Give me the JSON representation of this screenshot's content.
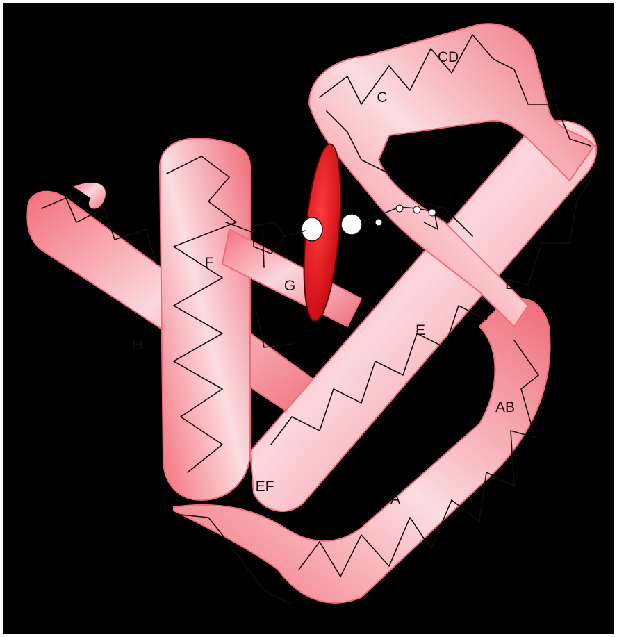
{
  "figure": {
    "background_color": "#000000",
    "frame_color": "#ffffff",
    "tube_color": "#f0848e",
    "tube_highlight": "#fbe1e4",
    "heme_color": "#e0111b",
    "labels": {
      "A": "A",
      "AB": "AB",
      "B": "B",
      "C": "C",
      "CD": "CD",
      "E": "E",
      "EF": "EF",
      "F": "F",
      "G": "G",
      "H": "H"
    }
  }
}
